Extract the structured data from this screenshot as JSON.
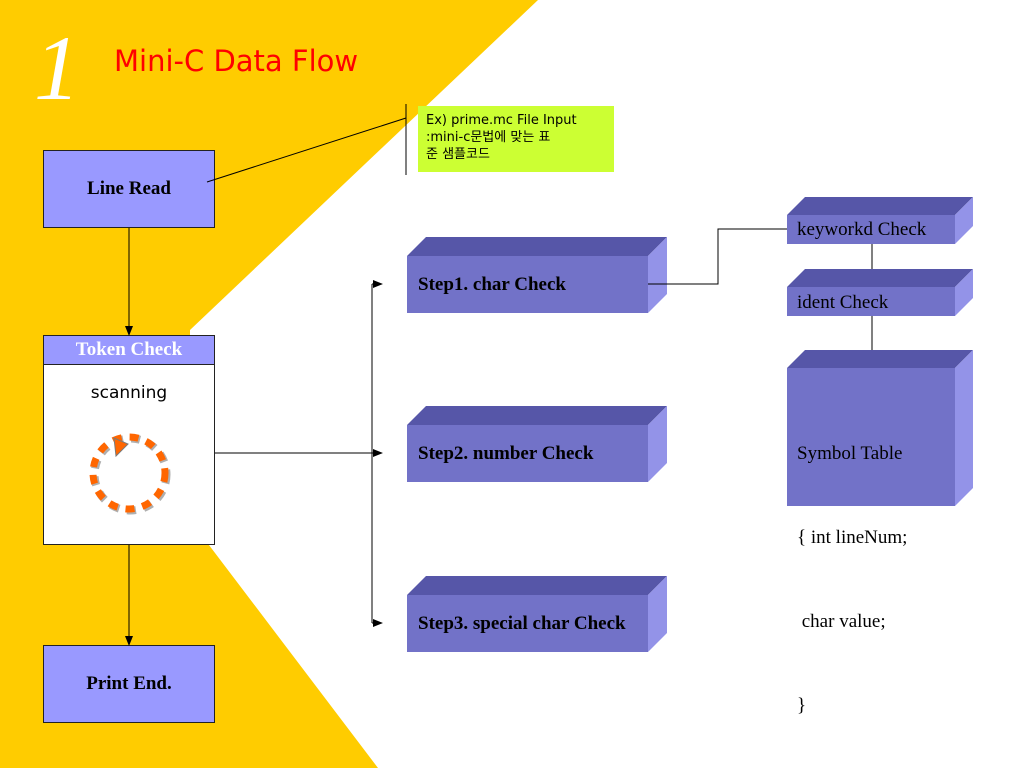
{
  "slide": {
    "number": "1",
    "title": "Mini-C Data Flow"
  },
  "note": {
    "lines": [
      "Ex) prime.mc File Input",
      ":mini-c문법에 맞는 표",
      "준 샘플코드"
    ]
  },
  "left_flow": {
    "line_read": "Line Read",
    "token_check": "Token Check",
    "scanning": "scanning",
    "print_end": "Print End."
  },
  "steps": [
    {
      "label": "Step1. char Check"
    },
    {
      "label": "Step2. number Check"
    },
    {
      "label": "Step3. special char Check"
    }
  ],
  "checks": {
    "keyword": "keyworkd Check",
    "ident": "ident Check"
  },
  "symbol_table": {
    "lines": [
      "Symbol Table",
      "{ int lineNum;",
      " char value;",
      "}"
    ]
  },
  "colors": {
    "background_yellow": "#ffcc00",
    "box_fill": "#9999ff",
    "block_front": "#7272c8",
    "title_red": "#ff0000",
    "note_green": "#ccff33",
    "spinner_orange": "#ff6600"
  }
}
